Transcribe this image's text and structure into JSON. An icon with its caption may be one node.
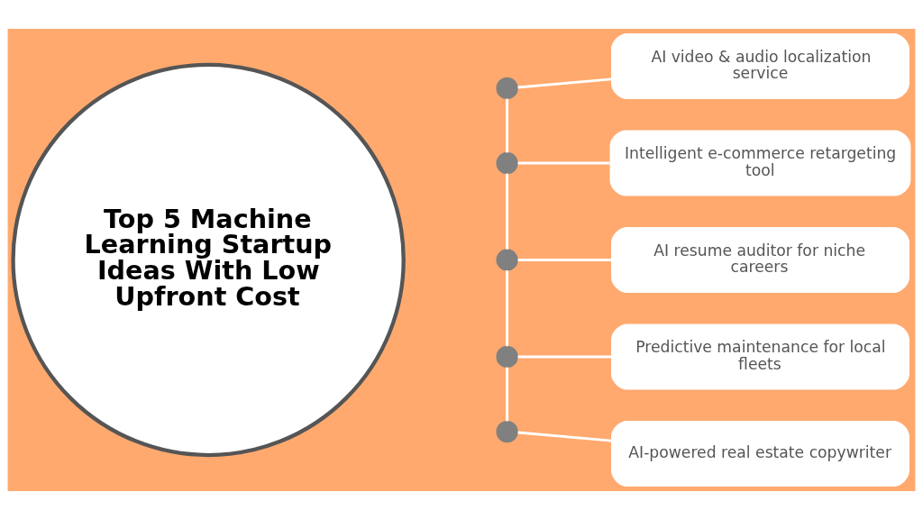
{
  "diagram": {
    "nodes": [
      {
        "text": [
          "Top 5 Machine Learning Startup Ideas With Low Upfront Cost"
        ]
      },
      {
        "text": [],
        "shape": "circle"
      },
      {
        "text": [],
        "shape": "circle"
      },
      {
        "text": [],
        "shape": "circle"
      },
      {
        "text": [],
        "shape": "circle"
      },
      {
        "text": [],
        "shape": "circle"
      },
      {
        "text": [
          "AI video & audio localization service"
        ]
      },
      {
        "text": [
          "Intelligent e-commerce retargeting tool"
        ]
      },
      {
        "text": [
          "AI resume auditor for niche careers"
        ]
      },
      {
        "text": [
          "Predictive maintenance for local fleets"
        ]
      },
      {
        "text": [
          "AI-powered real estate copywriter"
        ]
      }
    ],
    "edges": [
      {
        "from": 1,
        "to": 2,
        "arrow": "none"
      },
      {
        "from": 2,
        "to": 3,
        "arrow": "none"
      },
      {
        "from": 3,
        "to": 4,
        "arrow": "none"
      },
      {
        "from": 4,
        "to": 5,
        "arrow": "none"
      },
      {
        "from": 1,
        "to": 6,
        "arrow": "none"
      },
      {
        "from": 2,
        "to": 7,
        "arrow": "none"
      },
      {
        "from": 3,
        "to": 8,
        "arrow": "none"
      },
      {
        "from": 4,
        "to": 9,
        "arrow": "none"
      },
      {
        "from": 5,
        "to": 10,
        "arrow": "none"
      }
    ]
  }
}
